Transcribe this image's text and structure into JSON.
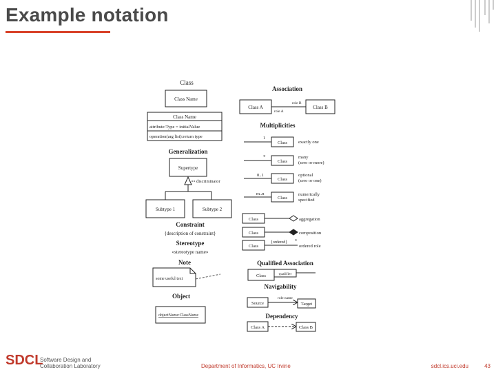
{
  "slide": {
    "title": "Example notation"
  },
  "diagram": {
    "class": {
      "heading": "Class",
      "box": "Class Name"
    },
    "class_detail": {
      "name": "Class Name",
      "attribute": "attribute:Type = initialValue",
      "operation": "operation(arg list):return type"
    },
    "generalization": {
      "heading": "Generalization",
      "supertype": "Supertype",
      "discriminator": "discriminator",
      "subtype1": "Subtype 1",
      "subtype2": "Subtype 2"
    },
    "constraint": {
      "heading": "Constraint",
      "text": "{description of constraint}"
    },
    "stereotype": {
      "heading": "Stereotype",
      "text": "«stereotype name»"
    },
    "note": {
      "heading": "Note",
      "text": "some useful text"
    },
    "object": {
      "heading": "Object",
      "text": "objectName:ClassName"
    },
    "association": {
      "heading": "Association",
      "class_a": "Class A",
      "class_b": "Class B",
      "role_b": "role B",
      "role_a": "role A"
    },
    "multiplicities": {
      "heading": "Multiplicities",
      "rows": [
        {
          "mult": "1",
          "cls": "Class",
          "desc1": "exactly one",
          "desc2": ""
        },
        {
          "mult": "*",
          "cls": "Class",
          "desc1": "many",
          "desc2": "(zero or more)"
        },
        {
          "mult": "0..1",
          "cls": "Class",
          "desc1": "optional",
          "desc2": "(zero or one)"
        },
        {
          "mult": "m..n",
          "cls": "Class",
          "desc1": "numerically",
          "desc2": "specified"
        }
      ]
    },
    "aggregation": {
      "cls": "Class",
      "label": "aggregation"
    },
    "composition": {
      "cls": "Class",
      "label": "composition"
    },
    "ordered": {
      "cls": "Class",
      "constraint": "{ordered}",
      "mult": "*",
      "label": "ordered role"
    },
    "qualified": {
      "heading": "Qualified Association",
      "cls": "Class",
      "qualifier": "qualifier"
    },
    "navigability": {
      "heading": "Navigability",
      "source": "Source",
      "role": "role name",
      "target": "Target"
    },
    "dependency": {
      "heading": "Dependency",
      "class_a": "Class A",
      "class_b": "Class B"
    }
  },
  "footer": {
    "logo": "SDCL",
    "lab_line1": "Software Design and",
    "lab_line2": "Collaboration Laboratory",
    "department": "Department of Informatics, UC Irvine",
    "url": "sdcl.ics.uci.edu",
    "page": "43"
  },
  "colors": {
    "accent": "#d9432a",
    "title": "#4a4a4a",
    "footer": "#c0392b"
  }
}
